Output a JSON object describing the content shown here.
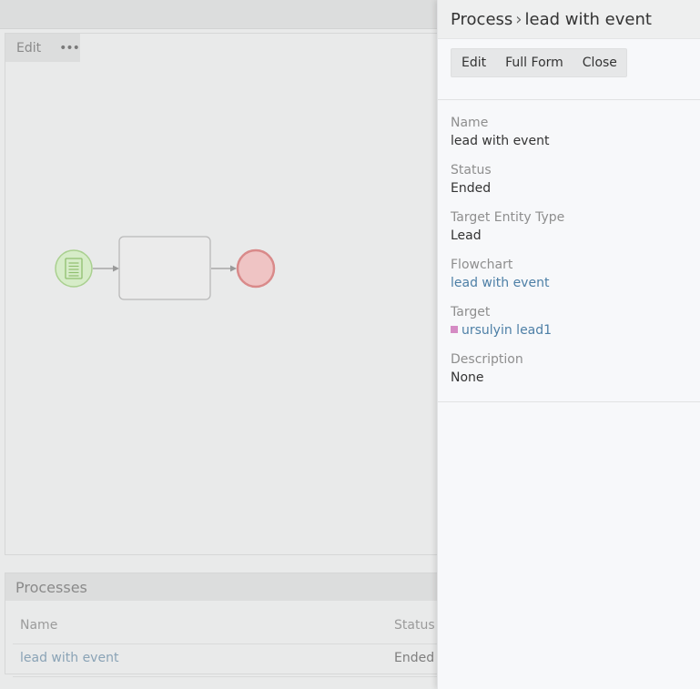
{
  "canvas": {
    "toolbar": {
      "edit_label": "Edit",
      "more_label": "•••"
    },
    "icons": {
      "start_event": "document-icon"
    },
    "colors": {
      "start_fill": "#d6ecc8",
      "start_stroke": "#a9d08f",
      "end_fill": "#efc4c4",
      "end_stroke": "#d98a8a",
      "task_fill": "#ebebeb",
      "task_stroke": "#b9b9b9",
      "arrow": "#9a9a9a"
    }
  },
  "processes": {
    "title": "Processes",
    "columns": [
      "Name",
      "Status"
    ],
    "rows": [
      {
        "name": "lead with event",
        "status": "Ended"
      }
    ]
  },
  "side": {
    "header": {
      "scope": "Process",
      "separator": "›",
      "record": "lead with event"
    },
    "buttons": {
      "edit": "Edit",
      "full_form": "Full Form",
      "close": "Close"
    },
    "fields": [
      {
        "label": "Name",
        "value": "lead with event",
        "link": false
      },
      {
        "label": "Status",
        "value": "Ended",
        "link": false
      },
      {
        "label": "Target Entity Type",
        "value": "Lead",
        "link": false
      },
      {
        "label": "Flowchart",
        "value": "lead with event",
        "link": true
      },
      {
        "label": "Target",
        "value": "ursulyin lead1",
        "link": true,
        "marker_color": "#d58bc4"
      },
      {
        "label": "Description",
        "value": "None",
        "link": false
      }
    ]
  }
}
